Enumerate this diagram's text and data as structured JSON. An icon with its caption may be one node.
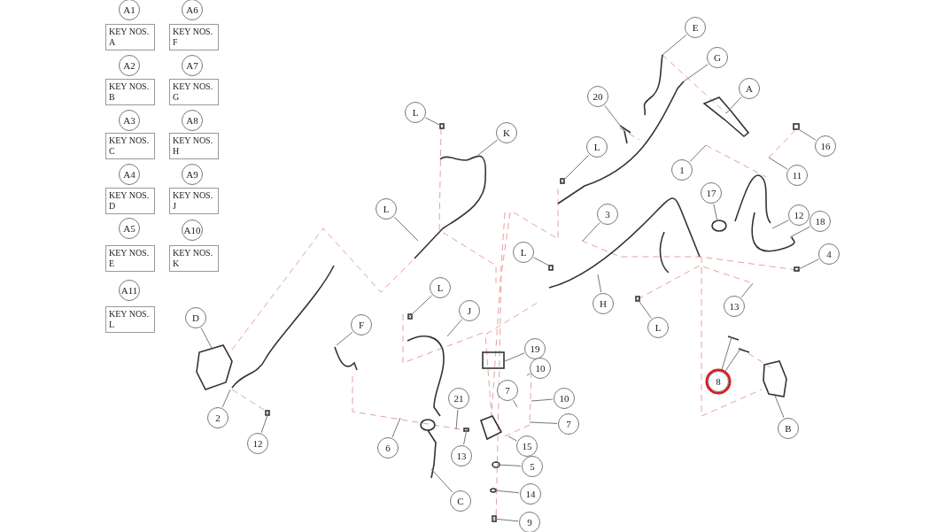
{
  "diagram": {
    "nodes": [
      {
        "text": [
          "A1"
        ]
      },
      {
        "text": [
          "A6"
        ]
      },
      {
        "text": [
          "KEY NOS. A"
        ]
      },
      {
        "text": [
          "KEY NOS. F"
        ]
      },
      {
        "text": [
          "A2"
        ]
      },
      {
        "text": [
          "A7"
        ]
      },
      {
        "text": [
          "KEY NOS. B"
        ]
      },
      {
        "text": [
          "KEY NOS. G"
        ]
      },
      {
        "text": [
          "A3"
        ]
      },
      {
        "text": [
          "A8"
        ]
      },
      {
        "text": [
          "KEY NOS. C"
        ]
      },
      {
        "text": [
          "KEY NOS. H"
        ]
      },
      {
        "text": [
          "A4"
        ]
      },
      {
        "text": [
          "A9"
        ]
      },
      {
        "text": [
          "KEY NOS. D"
        ]
      },
      {
        "text": [
          "KEY NOS. J"
        ]
      },
      {
        "text": [
          "A5"
        ]
      },
      {
        "text": [
          "A10"
        ]
      },
      {
        "text": [
          "KEY NOS. E"
        ]
      },
      {
        "text": [
          "KEY NOS. K"
        ]
      },
      {
        "text": [
          "A11"
        ]
      },
      {
        "text": [
          "KEY NOS. L"
        ]
      },
      {
        "text": [
          "E"
        ]
      },
      {
        "text": [
          "G"
        ]
      },
      {
        "text": [
          "A"
        ]
      },
      {
        "text": [
          "20"
        ]
      },
      {
        "text": [
          "16"
        ]
      },
      {
        "text": [
          "L"
        ]
      },
      {
        "text": [
          "K"
        ]
      },
      {
        "text": [
          "1"
        ]
      },
      {
        "text": [
          "11"
        ]
      },
      {
        "text": [
          "L"
        ]
      },
      {
        "text": [
          "17"
        ]
      },
      {
        "text": [
          "3"
        ]
      },
      {
        "text": [
          "12"
        ]
      },
      {
        "text": [
          "18"
        ]
      },
      {
        "text": [
          "L"
        ]
      },
      {
        "text": [
          "4"
        ]
      },
      {
        "text": [
          "L"
        ]
      },
      {
        "text": [
          "H"
        ]
      },
      {
        "text": [
          "13"
        ]
      },
      {
        "text": [
          "L"
        ]
      },
      {
        "text": [
          "L"
        ]
      },
      {
        "text": [
          "J"
        ]
      },
      {
        "text": [
          "D"
        ]
      },
      {
        "text": [
          "F"
        ]
      },
      {
        "text": [
          "19"
        ]
      },
      {
        "text": [
          "8"
        ]
      },
      {
        "text": [
          "B"
        ]
      },
      {
        "text": [
          "10"
        ]
      },
      {
        "text": [
          "7"
        ]
      },
      {
        "text": [
          "10"
        ]
      },
      {
        "text": [
          "7"
        ]
      },
      {
        "text": [
          "21"
        ]
      },
      {
        "text": [
          "2"
        ]
      },
      {
        "text": [
          "12"
        ]
      },
      {
        "text": [
          "6"
        ]
      },
      {
        "text": [
          "13"
        ]
      },
      {
        "text": [
          "15"
        ]
      },
      {
        "text": [
          "5"
        ]
      },
      {
        "text": [
          "14"
        ]
      },
      {
        "text": [
          "C"
        ]
      },
      {
        "text": [
          "9"
        ]
      }
    ],
    "edges": [
      {
        "from": 22,
        "to": null,
        "arrow": "none"
      },
      {
        "from": 23,
        "to": null,
        "arrow": "none"
      },
      {
        "from": 24,
        "to": null,
        "arrow": "none"
      },
      {
        "from": 25,
        "to": null,
        "arrow": "none"
      },
      {
        "from": 26,
        "to": null,
        "arrow": "none"
      },
      {
        "from": 27,
        "to": null,
        "arrow": "none"
      },
      {
        "from": 28,
        "to": null,
        "arrow": "none"
      },
      {
        "from": 29,
        "to": null,
        "arrow": "none"
      },
      {
        "from": 30,
        "to": null,
        "arrow": "none"
      },
      {
        "from": 31,
        "to": null,
        "arrow": "none"
      },
      {
        "from": 32,
        "to": null,
        "arrow": "none"
      },
      {
        "from": 33,
        "to": null,
        "arrow": "none"
      },
      {
        "from": 34,
        "to": null,
        "arrow": "none"
      },
      {
        "from": 35,
        "to": null,
        "arrow": "none"
      },
      {
        "from": 36,
        "to": null,
        "arrow": "none"
      },
      {
        "from": 37,
        "to": null,
        "arrow": "none"
      },
      {
        "from": 38,
        "to": null,
        "arrow": "none"
      },
      {
        "from": 39,
        "to": null,
        "arrow": "none"
      },
      {
        "from": 40,
        "to": null,
        "arrow": "none"
      },
      {
        "from": 41,
        "to": null,
        "arrow": "none"
      },
      {
        "from": 42,
        "to": null,
        "arrow": "none"
      },
      {
        "from": 43,
        "to": null,
        "arrow": "none"
      },
      {
        "from": 44,
        "to": null,
        "arrow": "none"
      },
      {
        "from": 45,
        "to": null,
        "arrow": "none"
      },
      {
        "from": 46,
        "to": null,
        "arrow": "none"
      },
      {
        "from": 47,
        "to": null,
        "arrow": "none"
      },
      {
        "from": 47,
        "to": null,
        "arrow": "none"
      },
      {
        "from": 48,
        "to": null,
        "arrow": "none"
      },
      {
        "from": 49,
        "to": null,
        "arrow": "none"
      },
      {
        "from": 50,
        "to": null,
        "arrow": "none"
      },
      {
        "from": 51,
        "to": null,
        "arrow": "none"
      },
      {
        "from": 52,
        "to": null,
        "arrow": "none"
      },
      {
        "from": 53,
        "to": null,
        "arrow": "none"
      },
      {
        "from": 54,
        "to": null,
        "arrow": "none"
      },
      {
        "from": 55,
        "to": null,
        "arrow": "none"
      },
      {
        "from": 56,
        "to": null,
        "arrow": "none"
      },
      {
        "from": 57,
        "to": null,
        "arrow": "none"
      },
      {
        "from": 58,
        "to": null,
        "arrow": "none"
      },
      {
        "from": 59,
        "to": null,
        "arrow": "none"
      },
      {
        "from": 60,
        "to": null,
        "arrow": "none"
      },
      {
        "from": 61,
        "to": null,
        "arrow": "none"
      },
      {
        "from": 62,
        "to": null,
        "arrow": "none"
      }
    ]
  }
}
